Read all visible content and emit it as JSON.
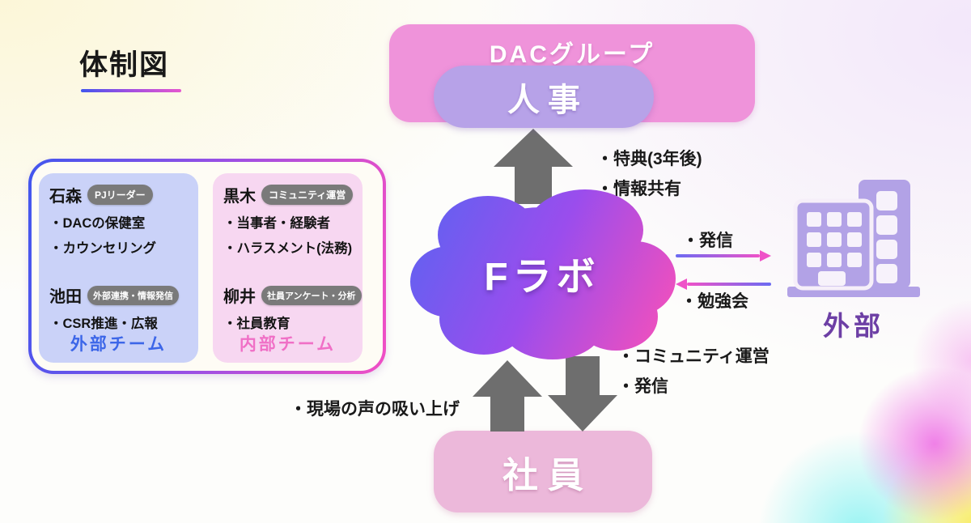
{
  "page": {
    "title": "体制図"
  },
  "top": {
    "group_label": "DACグループ",
    "hr_label": "人事"
  },
  "cloud": {
    "label": "Fラボ"
  },
  "bottom": {
    "employees_label": "社員"
  },
  "external": {
    "label": "外部"
  },
  "annotations": {
    "to_hr_1": "・特典(3年後)",
    "to_hr_2": "・情報共有",
    "to_external": "・発信",
    "from_external": "・勉強会",
    "from_employees": "・現場の声の吸い上げ",
    "to_employees_1": "・コミュニティ運営",
    "to_employees_2": "・発信"
  },
  "team_box": {
    "external_team": {
      "label": "外部チーム",
      "members": [
        {
          "name": "石森",
          "role": "PJリーダー",
          "duties": [
            "・DACの保健室",
            "・カウンセリング"
          ]
        },
        {
          "name": "池田",
          "role": "外部連携・情報発信",
          "duties": [
            "・CSR推進・広報"
          ]
        }
      ]
    },
    "internal_team": {
      "label": "内部チーム",
      "members": [
        {
          "name": "黒木",
          "role": "コミュニティ運営",
          "duties": [
            "・当事者・経験者",
            "・ハラスメント(法務)"
          ]
        },
        {
          "name": "柳井",
          "role": "社員アンケート・分析",
          "duties": [
            "・社員教育"
          ]
        }
      ]
    }
  },
  "colors": {
    "accent_blue": "#4156ee",
    "accent_pink": "#f14fc4",
    "dac_pink": "#ef93da",
    "hr_purple": "#b7a2e8",
    "employees_pink": "#ecb8da",
    "external_purple": "#6d3fa5",
    "arrow_gray": "#6e6e6e",
    "cloud_gradient": [
      "#5c63f1",
      "#9a4ded",
      "#f850b9"
    ]
  }
}
